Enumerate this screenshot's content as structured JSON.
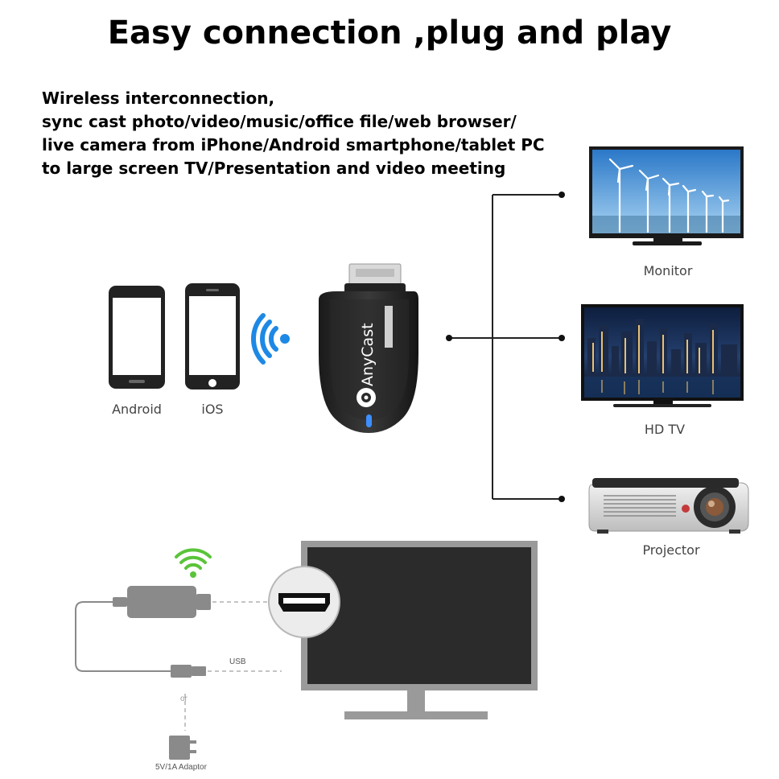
{
  "title": "Easy connection ,plug and play",
  "description": [
    "Wireless interconnection,",
    "sync cast photo/video/music/office file/web browser/",
    "live camera from iPhone/Android smartphone/tablet PC",
    "to large screen TV/Presentation and video meeting"
  ],
  "devices": {
    "android": "Android",
    "ios": "iOS"
  },
  "dongle": {
    "brand": "AnyCast"
  },
  "outputs": [
    {
      "label": "Monitor"
    },
    {
      "label": "HD TV"
    },
    {
      "label": "Projector"
    }
  ],
  "setup": {
    "usb_label": "USB",
    "or_label": "or",
    "adaptor_label": "5V/1A Adaptor"
  },
  "colors": {
    "wifi_blue": "#1e88e5",
    "wifi_green": "#5ac43a",
    "setup_gray": "#8a8a8a",
    "dark_screen": "#2b2b2b"
  }
}
